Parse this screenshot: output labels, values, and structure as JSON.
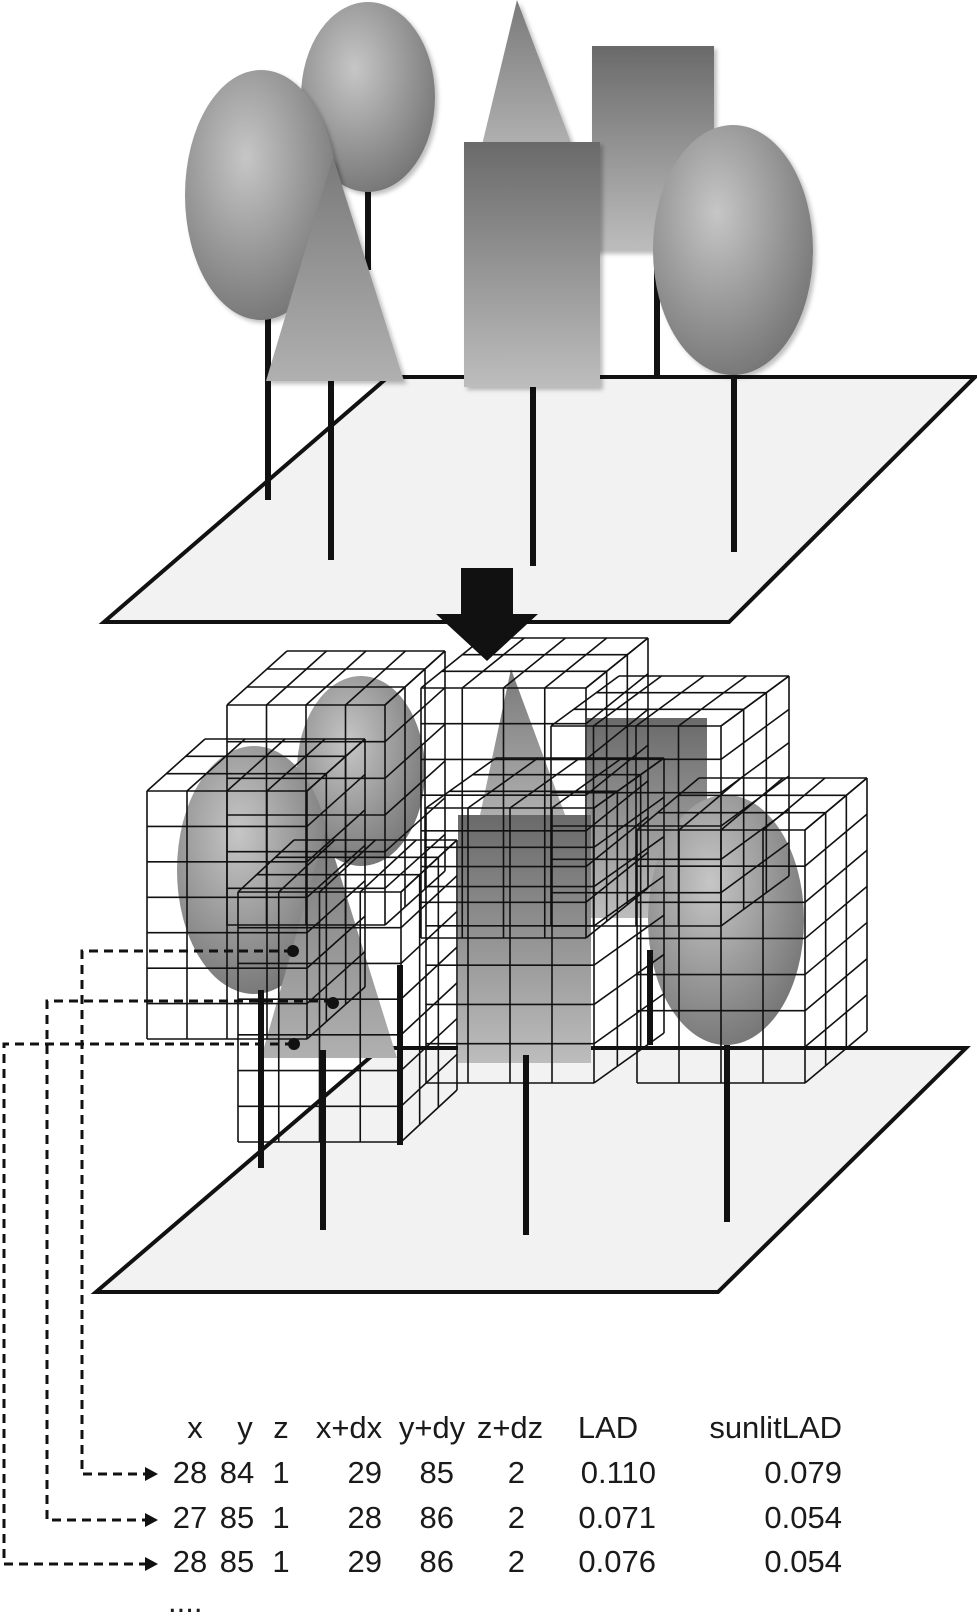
{
  "table": {
    "columns": [
      "x",
      "y",
      "z",
      "x+dx",
      "y+dy",
      "z+dz",
      "LAD",
      "sunlitLAD"
    ],
    "rows": [
      [
        "28",
        "84",
        "1",
        "29",
        "85",
        "2",
        "0.110",
        "0.079"
      ],
      [
        "27",
        "85",
        "1",
        "28",
        "86",
        "2",
        "0.071",
        "0.054"
      ],
      [
        "28",
        "85",
        "1",
        "29",
        "86",
        "2",
        "0.076",
        "0.054"
      ]
    ],
    "ellipsis": "...."
  },
  "colors": {
    "ground": "#f2f2f2",
    "outline": "#111111",
    "crown_light": "#c4c4c4",
    "crown_dark": "#6a6a6a"
  },
  "icons": [
    "down-arrow-icon"
  ]
}
